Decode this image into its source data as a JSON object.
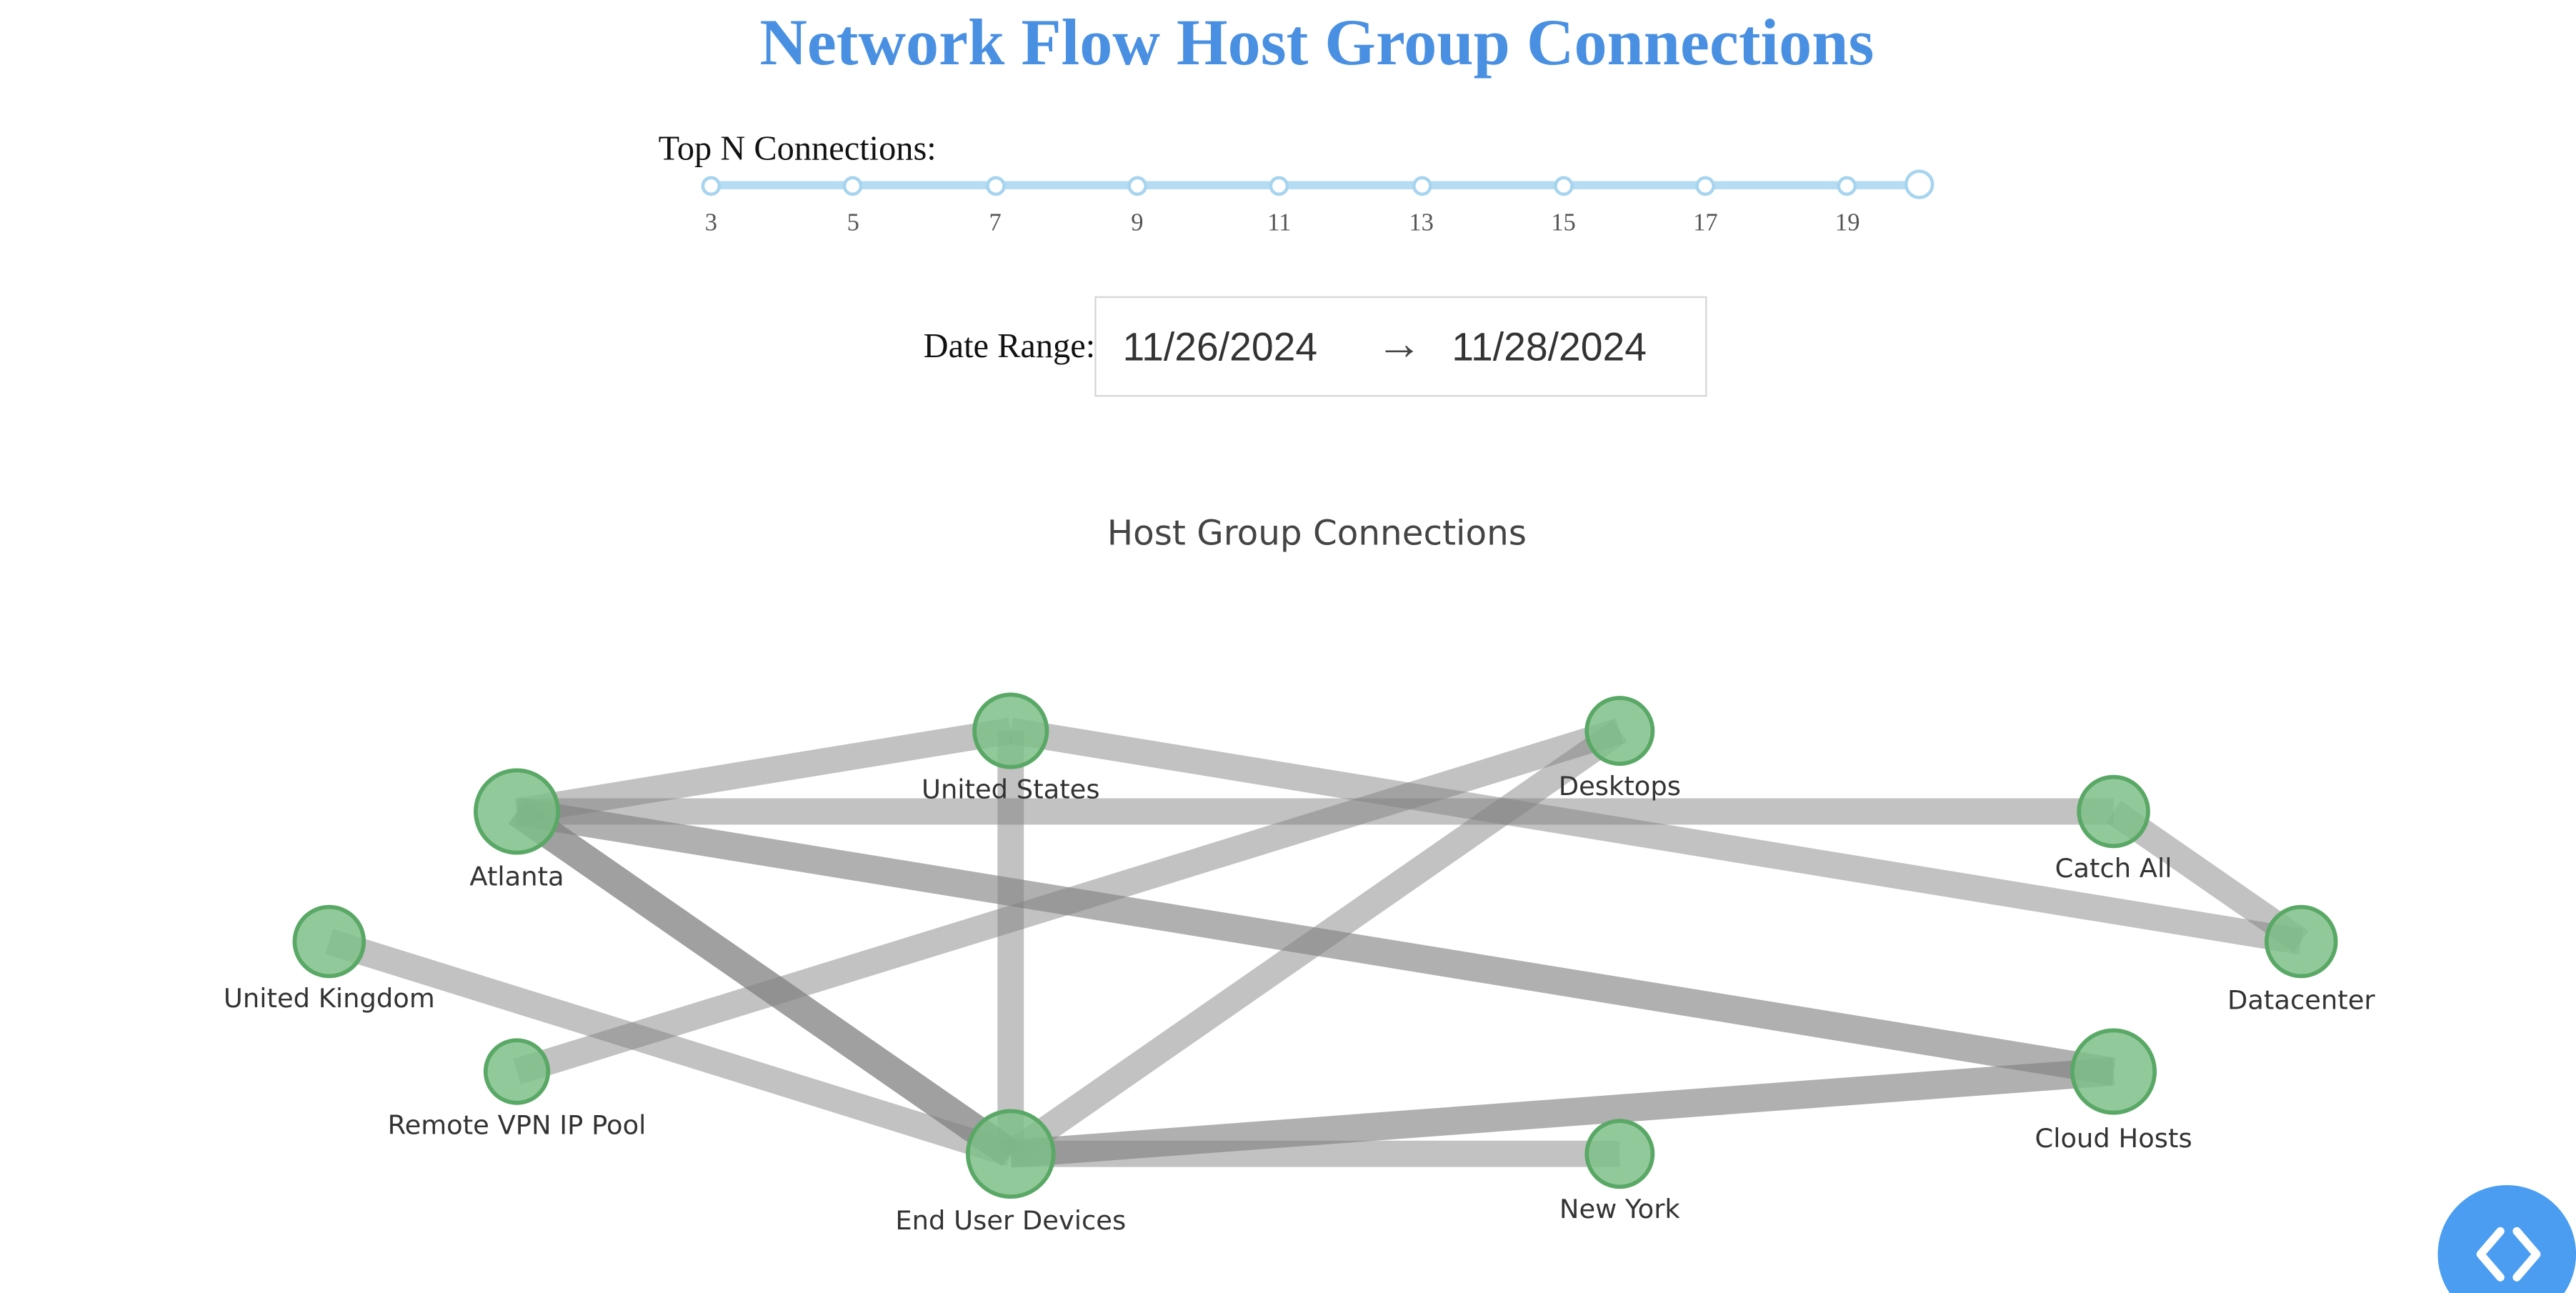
{
  "page_title": "Network Flow Host Group Connections",
  "slider": {
    "label": "Top N Connections:",
    "ticks": [
      "3",
      "5",
      "7",
      "9",
      "11",
      "13",
      "15",
      "17",
      "19"
    ],
    "value": 20,
    "min": 3,
    "max": 20
  },
  "date_range": {
    "label": "Date Range:",
    "start": "11/26/2024",
    "arrow": "→",
    "end": "11/28/2024"
  },
  "graph": {
    "title": "Host Group Connections",
    "node_color": "#7fbf8a",
    "node_border": "#5aa866",
    "edge_color": "#808080",
    "nodes": [
      {
        "id": "atlanta",
        "label": "Atlanta"
      },
      {
        "id": "united-states",
        "label": "United States"
      },
      {
        "id": "desktops",
        "label": "Desktops"
      },
      {
        "id": "catch-all",
        "label": "Catch All"
      },
      {
        "id": "datacenter",
        "label": "Datacenter"
      },
      {
        "id": "united-kingdom",
        "label": "United Kingdom"
      },
      {
        "id": "remote-vpn",
        "label": "Remote VPN IP Pool"
      },
      {
        "id": "end-user-devices",
        "label": "End User Devices"
      },
      {
        "id": "new-york",
        "label": "New York"
      },
      {
        "id": "cloud-hosts",
        "label": "Cloud Hosts"
      }
    ],
    "edges": [
      {
        "source": "atlanta",
        "target": "united-states",
        "weight": 1
      },
      {
        "source": "atlanta",
        "target": "catch-all",
        "weight": 1
      },
      {
        "source": "atlanta",
        "target": "end-user-devices",
        "weight": 3
      },
      {
        "source": "atlanta",
        "target": "cloud-hosts",
        "weight": 2
      },
      {
        "source": "united-states",
        "target": "datacenter",
        "weight": 1
      },
      {
        "source": "united-states",
        "target": "end-user-devices",
        "weight": 1
      },
      {
        "source": "desktops",
        "target": "remote-vpn",
        "weight": 1
      },
      {
        "source": "desktops",
        "target": "end-user-devices",
        "weight": 1
      },
      {
        "source": "catch-all",
        "target": "datacenter",
        "weight": 1
      },
      {
        "source": "united-kingdom",
        "target": "end-user-devices",
        "weight": 1
      },
      {
        "source": "end-user-devices",
        "target": "cloud-hosts",
        "weight": 2
      },
      {
        "source": "end-user-devices",
        "target": "new-york",
        "weight": 1
      }
    ]
  },
  "nav_button": {
    "icon": "code-brackets-icon"
  }
}
